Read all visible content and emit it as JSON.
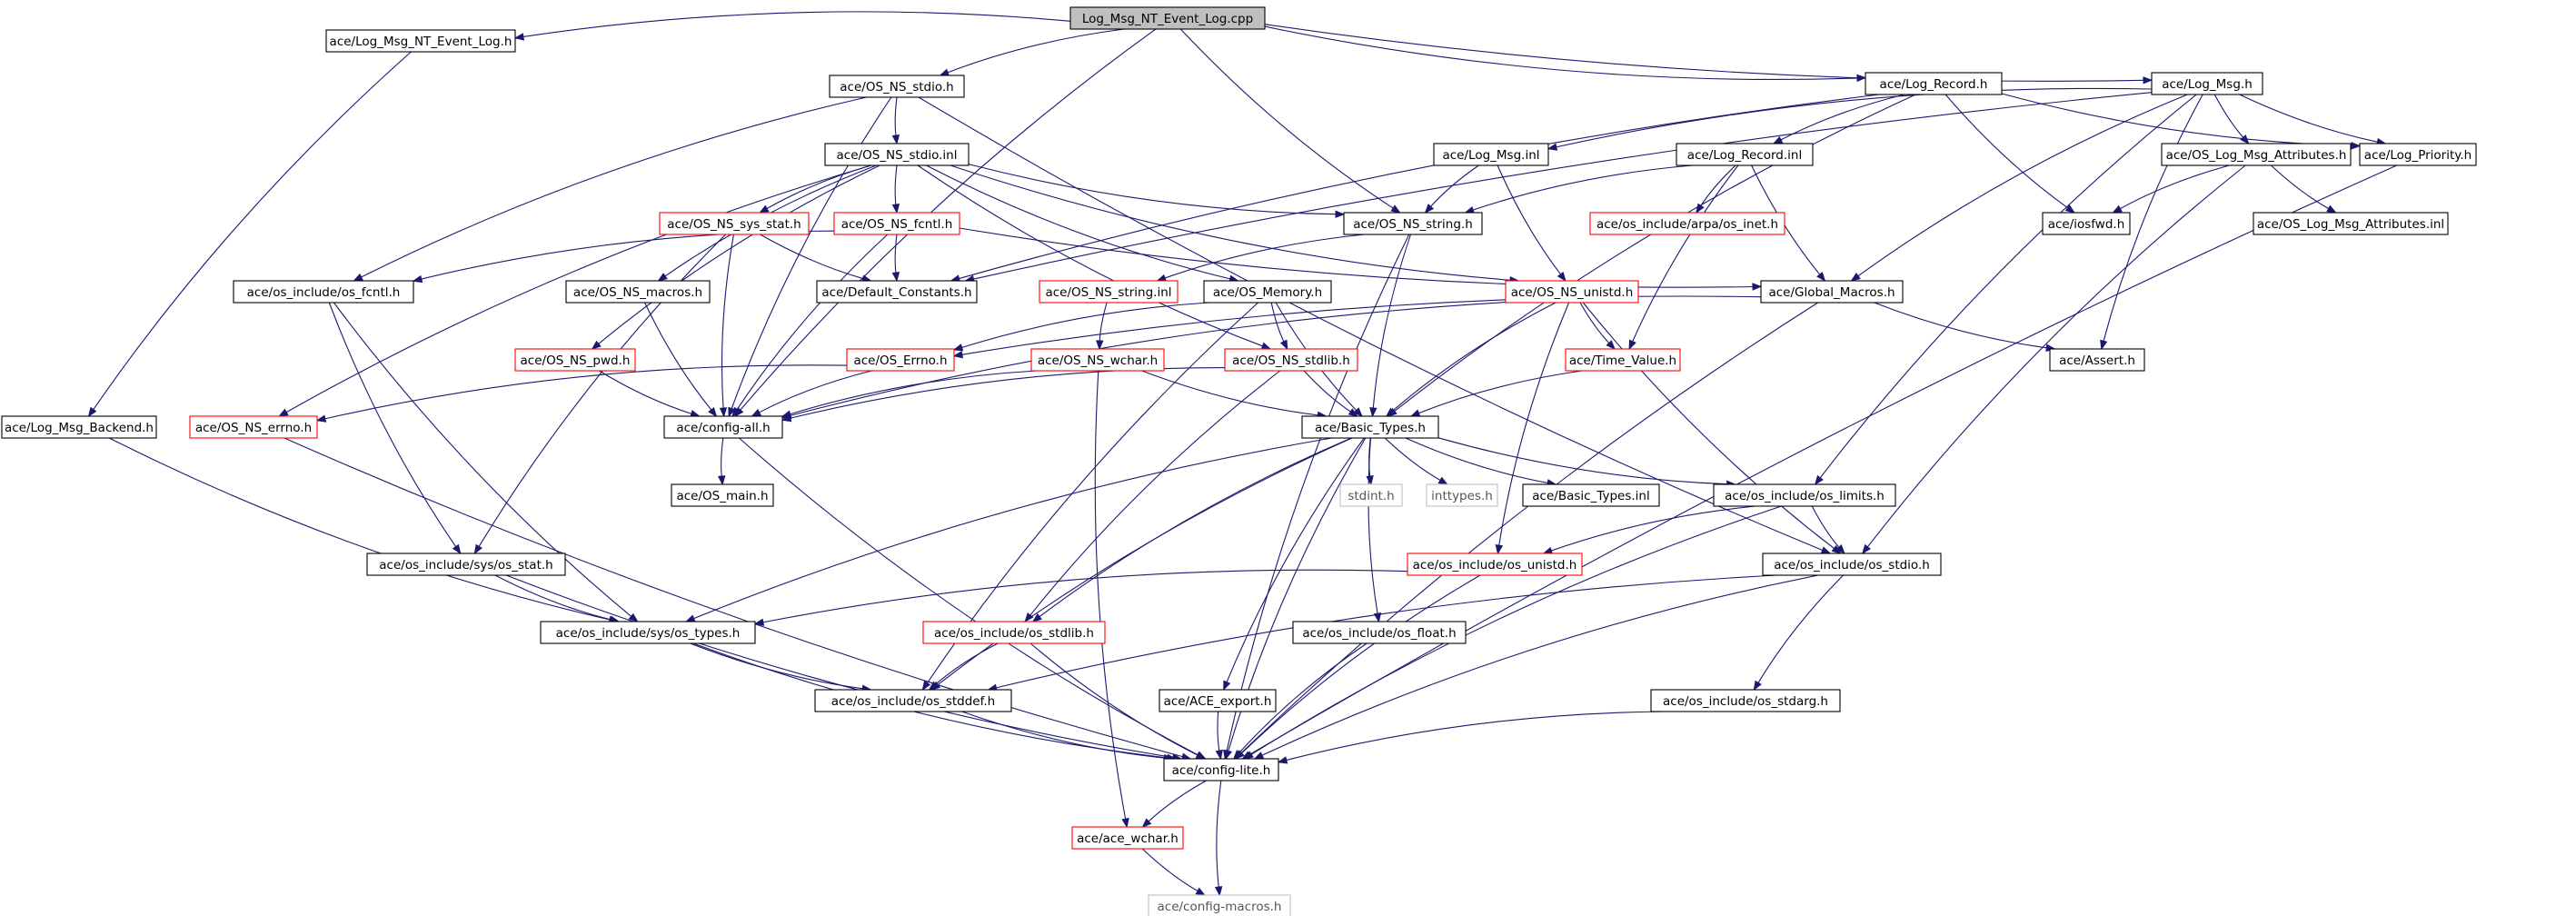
{
  "nodes": [
    {
      "id": "root",
      "label": "Log_Msg_NT_Event_Log.cpp",
      "style": "root"
    },
    {
      "id": "lmnel_h",
      "label": "ace/Log_Msg_NT_Event_Log.h",
      "style": "normal"
    },
    {
      "id": "os_ns_stdio_h",
      "label": "ace/OS_NS_stdio.h",
      "style": "normal"
    },
    {
      "id": "log_record_h",
      "label": "ace/Log_Record.h",
      "style": "normal"
    },
    {
      "id": "log_msg_h",
      "label": "ace/Log_Msg.h",
      "style": "normal"
    },
    {
      "id": "os_ns_stdio_inl",
      "label": "ace/OS_NS_stdio.inl",
      "style": "normal"
    },
    {
      "id": "log_msg_inl",
      "label": "ace/Log_Msg.inl",
      "style": "normal"
    },
    {
      "id": "log_record_inl",
      "label": "ace/Log_Record.inl",
      "style": "normal"
    },
    {
      "id": "os_log_msg_attr_h",
      "label": "ace/OS_Log_Msg_Attributes.h",
      "style": "normal"
    },
    {
      "id": "log_priority_h",
      "label": "ace/Log_Priority.h",
      "style": "normal"
    },
    {
      "id": "os_ns_sys_stat_h",
      "label": "ace/OS_NS_sys_stat.h",
      "style": "red"
    },
    {
      "id": "os_ns_fcntl_h",
      "label": "ace/OS_NS_fcntl.h",
      "style": "red"
    },
    {
      "id": "os_ns_string_h",
      "label": "ace/OS_NS_string.h",
      "style": "normal"
    },
    {
      "id": "os_inet_h",
      "label": "ace/os_include/arpa/os_inet.h",
      "style": "red"
    },
    {
      "id": "iosfwd_h",
      "label": "ace/iosfwd.h",
      "style": "normal"
    },
    {
      "id": "os_log_msg_attr_inl",
      "label": "ace/OS_Log_Msg_Attributes.inl",
      "style": "normal"
    },
    {
      "id": "os_fcntl_h",
      "label": "ace/os_include/os_fcntl.h",
      "style": "normal"
    },
    {
      "id": "os_ns_macros_h",
      "label": "ace/OS_NS_macros.h",
      "style": "normal"
    },
    {
      "id": "default_constants_h",
      "label": "ace/Default_Constants.h",
      "style": "normal"
    },
    {
      "id": "os_ns_string_inl",
      "label": "ace/OS_NS_string.inl",
      "style": "red"
    },
    {
      "id": "os_memory_h",
      "label": "ace/OS_Memory.h",
      "style": "normal"
    },
    {
      "id": "os_ns_unistd_h",
      "label": "ace/OS_NS_unistd.h",
      "style": "red"
    },
    {
      "id": "global_macros_h",
      "label": "ace/Global_Macros.h",
      "style": "normal"
    },
    {
      "id": "os_ns_pwd_h",
      "label": "ace/OS_NS_pwd.h",
      "style": "red"
    },
    {
      "id": "os_errno_h",
      "label": "ace/OS_Errno.h",
      "style": "red"
    },
    {
      "id": "os_ns_wchar_h",
      "label": "ace/OS_NS_wchar.h",
      "style": "red"
    },
    {
      "id": "os_ns_stdlib_h",
      "label": "ace/OS_NS_stdlib.h",
      "style": "red"
    },
    {
      "id": "time_value_h",
      "label": "ace/Time_Value.h",
      "style": "red"
    },
    {
      "id": "assert_h",
      "label": "ace/Assert.h",
      "style": "normal"
    },
    {
      "id": "log_msg_backend_h",
      "label": "ace/Log_Msg_Backend.h",
      "style": "normal"
    },
    {
      "id": "os_ns_errno_h",
      "label": "ace/OS_NS_errno.h",
      "style": "red"
    },
    {
      "id": "config_all_h",
      "label": "ace/config-all.h",
      "style": "normal"
    },
    {
      "id": "basic_types_h",
      "label": "ace/Basic_Types.h",
      "style": "normal"
    },
    {
      "id": "os_main_h",
      "label": "ace/OS_main.h",
      "style": "normal"
    },
    {
      "id": "stdint_h",
      "label": "stdint.h",
      "style": "missing"
    },
    {
      "id": "inttypes_h",
      "label": "inttypes.h",
      "style": "missing"
    },
    {
      "id": "basic_types_inl",
      "label": "ace/Basic_Types.inl",
      "style": "normal"
    },
    {
      "id": "os_limits_h",
      "label": "ace/os_include/os_limits.h",
      "style": "normal"
    },
    {
      "id": "sys_os_stat_h",
      "label": "ace/os_include/sys/os_stat.h",
      "style": "normal"
    },
    {
      "id": "os_unistd_h",
      "label": "ace/os_include/os_unistd.h",
      "style": "red"
    },
    {
      "id": "os_stdio_h",
      "label": "ace/os_include/os_stdio.h",
      "style": "normal"
    },
    {
      "id": "sys_os_types_h",
      "label": "ace/os_include/sys/os_types.h",
      "style": "normal"
    },
    {
      "id": "os_stdlib_h",
      "label": "ace/os_include/os_stdlib.h",
      "style": "red"
    },
    {
      "id": "os_float_h",
      "label": "ace/os_include/os_float.h",
      "style": "normal"
    },
    {
      "id": "os_stddef_h",
      "label": "ace/os_include/os_stddef.h",
      "style": "normal"
    },
    {
      "id": "ace_export_h",
      "label": "ace/ACE_export.h",
      "style": "normal"
    },
    {
      "id": "os_stdarg_h",
      "label": "ace/os_include/os_stdarg.h",
      "style": "normal"
    },
    {
      "id": "config_lite_h",
      "label": "ace/config-lite.h",
      "style": "normal"
    },
    {
      "id": "ace_wchar_h",
      "label": "ace/ace_wchar.h",
      "style": "red"
    },
    {
      "id": "config_macros_h",
      "label": "ace/config-macros.h",
      "style": "missing"
    }
  ],
  "edges": [
    [
      "root",
      "lmnel_h"
    ],
    [
      "root",
      "os_ns_stdio_h"
    ],
    [
      "root",
      "log_record_h"
    ],
    [
      "root",
      "log_msg_h"
    ],
    [
      "root",
      "config_all_h"
    ],
    [
      "root",
      "os_ns_string_h"
    ],
    [
      "lmnel_h",
      "log_msg_backend_h"
    ],
    [
      "os_ns_stdio_h",
      "os_ns_stdio_inl"
    ],
    [
      "os_ns_stdio_h",
      "os_fcntl_h"
    ],
    [
      "os_ns_stdio_h",
      "config_all_h"
    ],
    [
      "os_ns_stdio_h",
      "os_stdio_h"
    ],
    [
      "log_record_h",
      "log_record_inl"
    ],
    [
      "log_record_h",
      "iosfwd_h"
    ],
    [
      "log_record_h",
      "default_constants_h"
    ],
    [
      "log_record_h",
      "basic_types_h"
    ],
    [
      "log_record_h",
      "log_priority_h"
    ],
    [
      "log_msg_h",
      "log_msg_inl"
    ],
    [
      "log_msg_h",
      "os_log_msg_attr_h"
    ],
    [
      "log_msg_h",
      "log_priority_h"
    ],
    [
      "log_msg_h",
      "global_macros_h"
    ],
    [
      "log_msg_h",
      "assert_h"
    ],
    [
      "log_msg_h",
      "os_limits_h"
    ],
    [
      "log_msg_h",
      "default_constants_h"
    ],
    [
      "os_ns_stdio_inl",
      "os_ns_sys_stat_h"
    ],
    [
      "os_ns_stdio_inl",
      "os_ns_fcntl_h"
    ],
    [
      "os_ns_stdio_inl",
      "os_ns_string_h"
    ],
    [
      "os_ns_stdio_inl",
      "os_ns_macros_h"
    ],
    [
      "os_ns_stdio_inl",
      "os_ns_pwd_h"
    ],
    [
      "os_ns_stdio_inl",
      "os_ns_errno_h"
    ],
    [
      "os_ns_stdio_inl",
      "os_memory_h"
    ],
    [
      "os_ns_stdio_inl",
      "os_ns_unistd_h"
    ],
    [
      "os_ns_stdio_inl",
      "os_ns_stdlib_h"
    ],
    [
      "log_msg_inl",
      "os_ns_string_h"
    ],
    [
      "log_msg_inl",
      "os_ns_unistd_h"
    ],
    [
      "log_record_inl",
      "os_ns_string_h"
    ],
    [
      "log_record_inl",
      "os_inet_h"
    ],
    [
      "log_record_inl",
      "global_macros_h"
    ],
    [
      "log_record_inl",
      "time_value_h"
    ],
    [
      "os_log_msg_attr_h",
      "iosfwd_h"
    ],
    [
      "os_log_msg_attr_h",
      "os_log_msg_attr_inl"
    ],
    [
      "os_log_msg_attr_h",
      "os_stdio_h"
    ],
    [
      "log_priority_h",
      "config_lite_h"
    ],
    [
      "os_ns_sys_stat_h",
      "default_constants_h"
    ],
    [
      "os_ns_sys_stat_h",
      "config_all_h"
    ],
    [
      "os_ns_sys_stat_h",
      "sys_os_stat_h"
    ],
    [
      "os_ns_fcntl_h",
      "default_constants_h"
    ],
    [
      "os_ns_fcntl_h",
      "config_all_h"
    ],
    [
      "os_ns_fcntl_h",
      "os_fcntl_h"
    ],
    [
      "os_ns_fcntl_h",
      "global_macros_h"
    ],
    [
      "os_ns_string_h",
      "os_ns_string_inl"
    ],
    [
      "os_ns_string_h",
      "basic_types_h"
    ],
    [
      "os_ns_string_h",
      "config_lite_h"
    ],
    [
      "os_fcntl_h",
      "sys_os_stat_h"
    ],
    [
      "os_fcntl_h",
      "sys_os_types_h"
    ],
    [
      "os_ns_macros_h",
      "config_all_h"
    ],
    [
      "os_memory_h",
      "os_errno_h"
    ],
    [
      "os_memory_h",
      "os_ns_stdlib_h"
    ],
    [
      "os_memory_h",
      "basic_types_h"
    ],
    [
      "os_memory_h",
      "os_stddef_h"
    ],
    [
      "os_ns_unistd_h",
      "time_value_h"
    ],
    [
      "os_ns_unistd_h",
      "basic_types_h"
    ],
    [
      "os_ns_unistd_h",
      "os_stdio_h"
    ],
    [
      "os_ns_unistd_h",
      "os_unistd_h"
    ],
    [
      "os_ns_unistd_h",
      "config_all_h"
    ],
    [
      "global_macros_h",
      "os_errno_h"
    ],
    [
      "global_macros_h",
      "assert_h"
    ],
    [
      "global_macros_h",
      "config_lite_h"
    ],
    [
      "os_ns_pwd_h",
      "config_all_h"
    ],
    [
      "os_errno_h",
      "config_all_h"
    ],
    [
      "os_errno_h",
      "os_ns_errno_h"
    ],
    [
      "os_ns_wchar_h",
      "basic_types_h"
    ],
    [
      "os_ns_wchar_h",
      "config_all_h"
    ],
    [
      "os_ns_wchar_h",
      "ace_wchar_h"
    ],
    [
      "os_ns_stdlib_h",
      "basic_types_h"
    ],
    [
      "os_ns_stdlib_h",
      "config_all_h"
    ],
    [
      "os_ns_stdlib_h",
      "os_stdlib_h"
    ],
    [
      "time_value_h",
      "basic_types_h"
    ],
    [
      "os_ns_string_inl",
      "os_ns_wchar_h"
    ],
    [
      "log_msg_backend_h",
      "sys_os_types_h"
    ],
    [
      "os_ns_errno_h",
      "config_lite_h"
    ],
    [
      "config_all_h",
      "os_main_h"
    ],
    [
      "config_all_h",
      "config_lite_h"
    ],
    [
      "basic_types_h",
      "stdint_h"
    ],
    [
      "basic_types_h",
      "inttypes_h"
    ],
    [
      "basic_types_h",
      "basic_types_inl"
    ],
    [
      "basic_types_h",
      "os_limits_h"
    ],
    [
      "basic_types_h",
      "sys_os_types_h"
    ],
    [
      "basic_types_h",
      "os_stdlib_h"
    ],
    [
      "basic_types_h",
      "os_float_h"
    ],
    [
      "basic_types_h",
      "os_stddef_h"
    ],
    [
      "basic_types_h",
      "ace_export_h"
    ],
    [
      "basic_types_h",
      "config_lite_h"
    ],
    [
      "os_limits_h",
      "os_unistd_h"
    ],
    [
      "os_limits_h",
      "os_stdio_h"
    ],
    [
      "os_limits_h",
      "config_lite_h"
    ],
    [
      "sys_os_stat_h",
      "sys_os_types_h"
    ],
    [
      "sys_os_stat_h",
      "config_lite_h"
    ],
    [
      "os_unistd_h",
      "sys_os_types_h"
    ],
    [
      "os_unistd_h",
      "config_lite_h"
    ],
    [
      "os_stdio_h",
      "os_stdarg_h"
    ],
    [
      "os_stdio_h",
      "os_stddef_h"
    ],
    [
      "os_stdio_h",
      "config_lite_h"
    ],
    [
      "sys_os_types_h",
      "os_stddef_h"
    ],
    [
      "sys_os_types_h",
      "config_lite_h"
    ],
    [
      "os_stdlib_h",
      "os_stddef_h"
    ],
    [
      "os_stdlib_h",
      "config_lite_h"
    ],
    [
      "os_float_h",
      "config_lite_h"
    ],
    [
      "os_stddef_h",
      "config_lite_h"
    ],
    [
      "ace_export_h",
      "config_lite_h"
    ],
    [
      "os_stdarg_h",
      "config_lite_h"
    ],
    [
      "config_lite_h",
      "ace_wchar_h"
    ],
    [
      "config_lite_h",
      "config_macros_h"
    ],
    [
      "ace_wchar_h",
      "config_macros_h"
    ]
  ],
  "colors": {
    "edge": "#191970",
    "box_border": "#000000",
    "root_fill": "#bfbfbf",
    "red_border": "#ff0000",
    "missing_border": "#bfbfbf"
  }
}
